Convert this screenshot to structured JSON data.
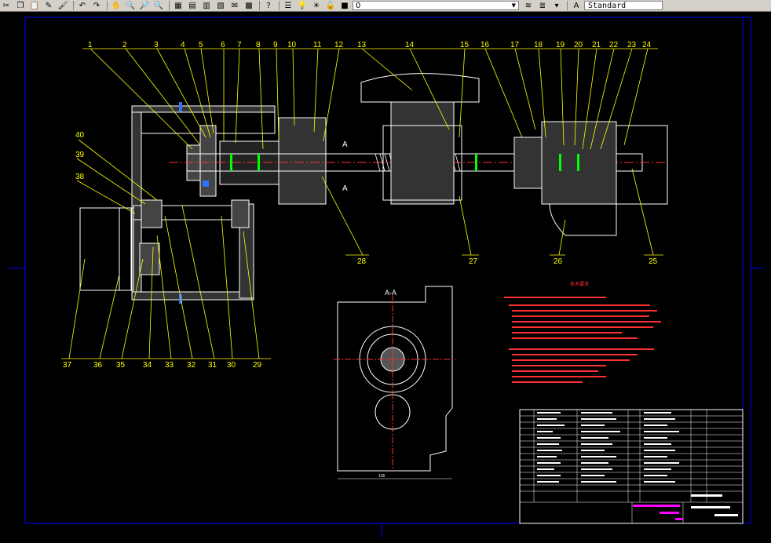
{
  "toolbar": {
    "layer_value": "0",
    "text_style": "Standard",
    "icons": [
      "cut-icon",
      "copy-icon",
      "paste-icon",
      "match-properties-icon",
      "paint-icon",
      "undo-icon",
      "redo-icon",
      "pan-icon",
      "zoom-realtime-icon",
      "zoom-window-icon",
      "zoom-previous-icon",
      "properties-icon",
      "design-center-icon",
      "tool-palette-icon",
      "sheet-set-icon",
      "markup-icon",
      "calculator-icon",
      "help-icon",
      "layer-manager-icon",
      "lightbulb-icon",
      "sun-icon",
      "lock-icon",
      "color-square-icon",
      "layer-previous-icon",
      "layer-states-icon",
      "text-style-icon"
    ]
  },
  "drawing": {
    "part_numbers_top": [
      "1",
      "2",
      "3",
      "4",
      "5",
      "6",
      "7",
      "8",
      "9",
      "10",
      "11",
      "12",
      "13",
      "14",
      "15",
      "16",
      "17",
      "18",
      "19",
      "20",
      "21",
      "22",
      "23",
      "24"
    ],
    "part_numbers_left": [
      "40",
      "39",
      "38"
    ],
    "part_numbers_bottom": [
      "37",
      "36",
      "35",
      "34",
      "33",
      "32",
      "31",
      "30",
      "29"
    ],
    "part_numbers_right": [
      "28",
      "27",
      "26",
      "25"
    ],
    "section_label": "A-A",
    "section_mark": "A",
    "dimension_label": "126",
    "notes_title": "技术要求"
  },
  "colors": {
    "background": "#000000",
    "frame": "#0000ff",
    "leader": "#ffff00",
    "outline": "#ffffff",
    "center": "#ff3030",
    "green": "#00ff00",
    "magenta": "#ff00ff"
  }
}
